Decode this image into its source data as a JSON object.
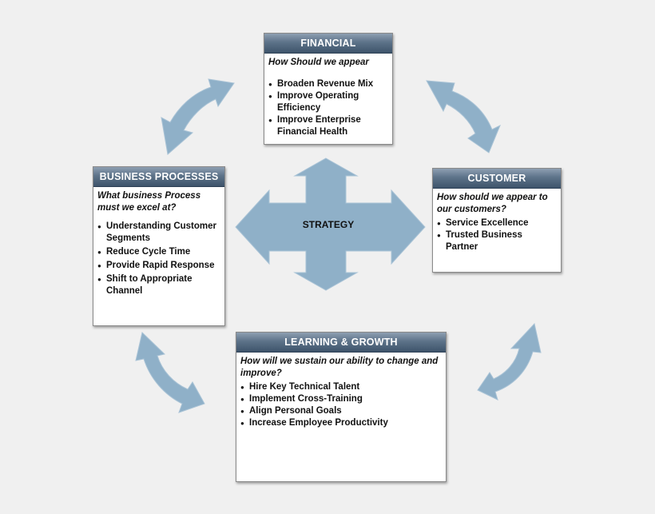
{
  "colors": {
    "arrow_fill": "#8fb0c8",
    "arrow_stroke": "#a9c3d6",
    "header_top": "#8e9fb2",
    "header_bottom": "#3e546b"
  },
  "center": {
    "label": "STRATEGY",
    "icon": "four-way-arrow-icon"
  },
  "financial": {
    "title": "FINANCIAL",
    "question": "How Should we appear",
    "items": [
      "Broaden Revenue Mix",
      "Improve Operating Efficiency",
      "Improve Enterprise Financial Health"
    ]
  },
  "business_processes": {
    "title": "BUSINESS PROCESSES",
    "question": "What business Process must we excel at?",
    "items": [
      "Understanding Customer Segments",
      "Reduce Cycle Time",
      "Provide Rapid Response",
      "Shift to Appropriate Channel"
    ]
  },
  "customer": {
    "title": "CUSTOMER",
    "question": "How should we appear to our customers?",
    "items": [
      "Service Excellence",
      "Trusted Business Partner"
    ]
  },
  "learning_growth": {
    "title": "LEARNING & GROWTH",
    "question": "How will we sustain our ability to change and improve?",
    "items": [
      "Hire Key Technical Talent",
      "Implement Cross-Training",
      "Align Personal Goals",
      "Increase Employee Productivity"
    ]
  }
}
